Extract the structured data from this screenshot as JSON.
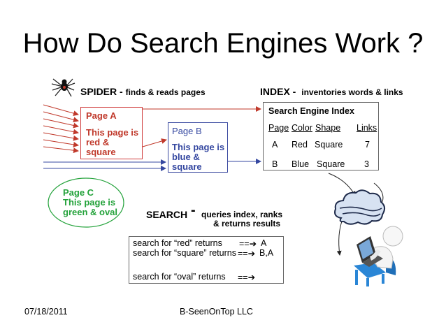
{
  "title": "How Do Search Engines Work ?",
  "spider": {
    "label": "SPIDER -",
    "desc": "finds & reads pages"
  },
  "index": {
    "label": "INDEX -",
    "desc": "inventories words & links"
  },
  "page_a": {
    "title": "Page A",
    "lines": [
      "This page is",
      "red &",
      "square"
    ]
  },
  "page_b": {
    "title": "Page B",
    "lines": [
      "This page is",
      "blue &",
      "square"
    ]
  },
  "page_c": {
    "lines": [
      "Page C",
      "This page is",
      "green & oval"
    ]
  },
  "search_engine_index": {
    "title": "Search Engine Index",
    "headers": [
      "Page",
      "Color",
      "Shape",
      "Links"
    ],
    "rows": [
      {
        "page": "A",
        "color": "Red",
        "shape": "Square",
        "links": "7"
      },
      {
        "page": "B",
        "color": "Blue",
        "shape": "Square",
        "links": "3"
      }
    ]
  },
  "search": {
    "label": "SEARCH",
    "dash": "-",
    "line1": "queries index, ranks",
    "line2": "&  returns results"
  },
  "queries": [
    {
      "text": "search for “red” returns",
      "arrow": "==➔",
      "result": "A"
    },
    {
      "text": "search for “square” returns",
      "arrow": "==➔",
      "result": "B,A"
    },
    {
      "text": "search for “oval” returns",
      "arrow": "==➔",
      "result": ""
    }
  ],
  "footer": {
    "date": "07/18/2011",
    "company": "B-SeenOnTop LLC"
  },
  "colors": {
    "red": "#c0392b",
    "blue": "#3447a0",
    "green": "#23a23a"
  },
  "icons": [
    "spider-icon",
    "cloud-icon",
    "laptop-person-icon"
  ]
}
